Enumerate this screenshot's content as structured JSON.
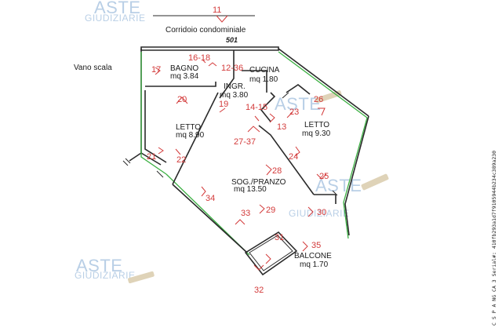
{
  "labels": {
    "corridor": "Corridoio condominiale",
    "corridor_code": "501",
    "stair": "Vano scala",
    "corridor_num": "11"
  },
  "rooms": [
    {
      "name": "BAGNO",
      "area": "mq 3.84"
    },
    {
      "name": "INGR.",
      "area": "mq 3.80"
    },
    {
      "name": "CUCINA",
      "area": "mq 1.80"
    },
    {
      "name": "LETTO",
      "area": "mq 8.90"
    },
    {
      "name": "LETTO",
      "area": "mq 9.30"
    },
    {
      "name": "SOG./PRANZO",
      "area": "mq 13.50"
    },
    {
      "name": "BALCONE",
      "area": "mq 1.70"
    }
  ],
  "markers": [
    "16-18",
    "12-36",
    "17",
    "20",
    "19",
    "14-15",
    "23",
    "26",
    "13",
    "27-37",
    "28",
    "21",
    "22",
    "24",
    "25",
    "34",
    "33",
    "29",
    "30",
    "31",
    "35",
    "32"
  ],
  "watermark": {
    "line1": "ASTE",
    "line2": "GIUDIZIARIE"
  },
  "side_note": "C S P A  NG CA 3 Serial#: 410fb293a1d7f9105944b234c389a230"
}
